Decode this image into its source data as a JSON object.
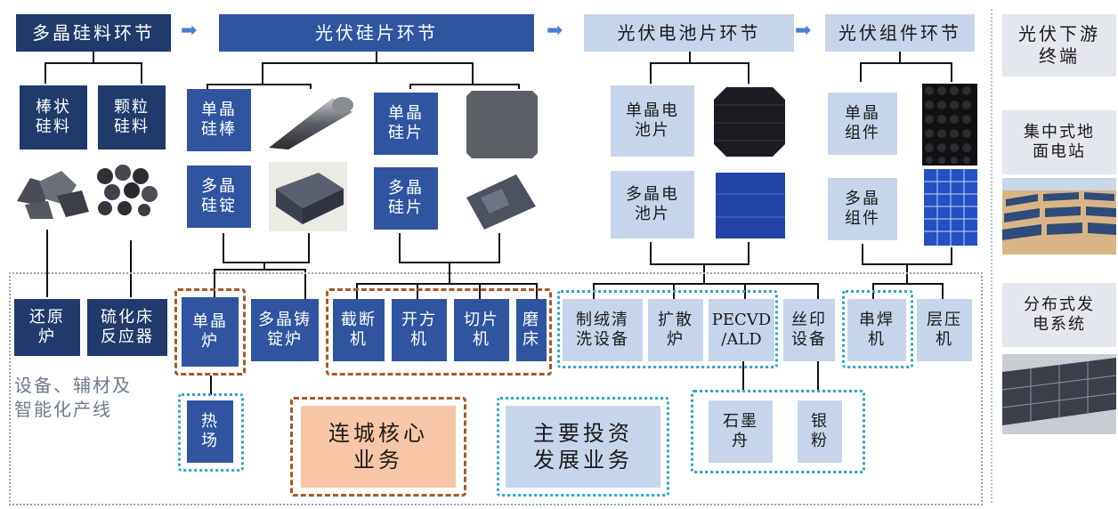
{
  "headers": {
    "polysilicon": "多晶硅料环节",
    "wafer": "光伏硅片环节",
    "cell": "光伏电池片环节",
    "module": "光伏组件环节",
    "downstream": "光伏下游\n终端"
  },
  "polysilicon_items": {
    "rod": "棒状\n硅料",
    "granular": "颗粒\n硅料"
  },
  "wafer_items": {
    "mono_rod": "单晶\n硅棒",
    "poly_ingot": "多晶\n硅锭",
    "mono_wafer": "单晶\n硅片",
    "poly_wafer": "多晶\n硅片"
  },
  "cell_items": {
    "mono_cell": "单晶电\n池片",
    "poly_cell": "多晶电\n池片"
  },
  "module_items": {
    "mono_module": "单晶\n组件",
    "poly_module": "多晶\n组件"
  },
  "downstream_items": {
    "central": "集中式地\n面电站",
    "distributed": "分布式发\n电系统"
  },
  "equipment": {
    "reduction_furnace": "还原\n炉",
    "fluidized_bed": "硫化床\n反应器",
    "mono_furnace": "单晶\n炉",
    "poly_ingot_furnace": "多晶铸\n锭炉",
    "cutoff_machine": "截断\n机",
    "squaring_machine": "开方\n机",
    "slicing_machine": "切片\n机",
    "grinding_machine": "磨\n床",
    "texturing_cleaning": "制绒清\n洗设备",
    "diffusion_furnace": "扩散\n炉",
    "pecvd": "PECVD\n/ALD",
    "screen_printing": "丝印\n设备",
    "stringer": "串焊\n机",
    "laminator": "层压\n机",
    "hot_zone": "热\n场",
    "graphite_boat": "石墨\n舟",
    "silver_powder": "银\n粉"
  },
  "section_label": "设备、辅材及\n智能化产线",
  "legend": {
    "core_business": "连城核心\n业务",
    "investment_business": "主要投资\n发展业务"
  },
  "colors": {
    "dark_blue": "#1f3a6b",
    "mid_blue": "#2f55a0",
    "light_blue": "#c7d5ea",
    "arrow_blue": "#4a7fd3",
    "core_orange": "#a55a2a",
    "core_fill": "#f6c6a6",
    "invest_teal": "#2ca6c9"
  }
}
